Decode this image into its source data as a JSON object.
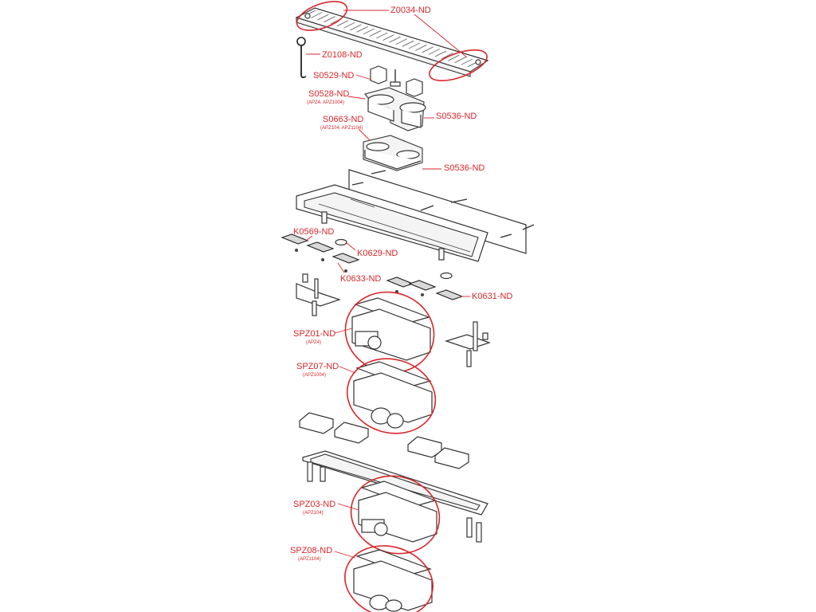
{
  "colors": {
    "callout": "#d9262b",
    "outline": "#333333",
    "background": "#ffffff"
  },
  "labels": {
    "z0034": "Z0034-ND",
    "z0108": "Z0108-ND",
    "s0529": "S0529-ND",
    "s0528": "S0528-ND",
    "s0528_sub": "(APZ4, APZ1004)",
    "s0536_a": "S0536-ND",
    "s0663": "S0663-ND",
    "s0663_sub": "(APZ104, APZ1104)",
    "s0536_b": "S0536-ND",
    "k0569": "K0569-ND",
    "k0629": "K0629-ND",
    "k0633": "K0633-ND",
    "k0631": "K0631-ND",
    "spz01": "SPZ01-ND",
    "spz01_sub": "(APZ4)",
    "spz07": "SPZ07-ND",
    "spz07_sub": "(APZ1004)",
    "spz03": "SPZ03-ND",
    "spz03_sub": "(APZ104)",
    "spz08": "SPZ08-ND",
    "spz08_sub": "(APZ1104)"
  }
}
